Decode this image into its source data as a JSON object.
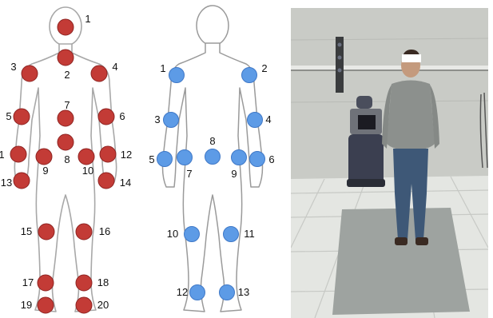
{
  "colors": {
    "red_marker": "#c33b36",
    "red_marker_stroke": "#8e2422",
    "blue_marker": "#5d9be6",
    "blue_marker_stroke": "#3f78c7",
    "body_outline": "#a8a8a8",
    "body_fill": "#ffffff"
  },
  "left_figure": {
    "markers": [
      {
        "label": "1"
      },
      {
        "label": "2"
      },
      {
        "label": "3"
      },
      {
        "label": "4"
      },
      {
        "label": "5"
      },
      {
        "label": "6"
      },
      {
        "label": "7"
      },
      {
        "label": "8"
      },
      {
        "label": "1"
      },
      {
        "label": "9"
      },
      {
        "label": "10"
      },
      {
        "label": "12"
      },
      {
        "label": "13"
      },
      {
        "label": "14"
      },
      {
        "label": "15"
      },
      {
        "label": "16"
      },
      {
        "label": "17"
      },
      {
        "label": "18"
      },
      {
        "label": "19"
      },
      {
        "label": "20"
      }
    ]
  },
  "middle_figure": {
    "markers": [
      {
        "label": "1"
      },
      {
        "label": "2"
      },
      {
        "label": "3"
      },
      {
        "label": "4"
      },
      {
        "label": "5"
      },
      {
        "label": "6"
      },
      {
        "label": "7"
      },
      {
        "label": "8"
      },
      {
        "label": "9"
      },
      {
        "label": "10"
      },
      {
        "label": "11"
      },
      {
        "label": "12"
      },
      {
        "label": "13"
      }
    ]
  },
  "photo": {
    "colors": {
      "wall": "#c9cbc6",
      "floor": "#e4e6e2",
      "mat": "#9ea3a0",
      "shirt": "#8c908d",
      "jeans": "#3e5877",
      "robot_body": "#3b3f50"
    }
  }
}
